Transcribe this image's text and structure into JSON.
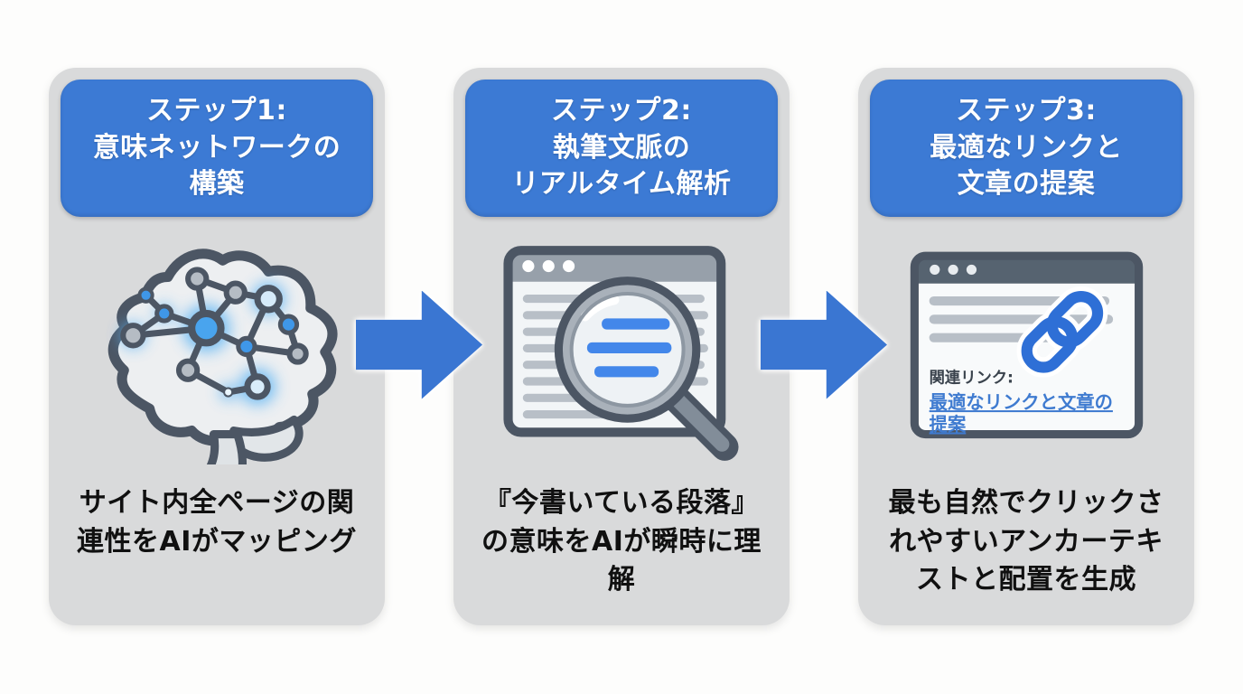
{
  "page": {
    "background": "#fdfdfc"
  },
  "colors": {
    "accent_blue": "#3c7ad4",
    "arrow_blue": "#3a76d2",
    "card_gray": "#d9dadb",
    "header_text": "#ffffff",
    "body_text": "#101010",
    "slate_outline": "#4c5664",
    "link_blue": "#2e6fd6",
    "node_blue": "#49a4ee"
  },
  "steps": [
    {
      "header": "ステップ1:\n意味ネットワークの\n構築",
      "icon": "brain-network-icon",
      "description": "サイト内全ページの関連性をAIがマッピング"
    },
    {
      "header": "ステップ2:\n執筆文脈の\nリアルタイム解析",
      "icon": "browser-magnifier-icon",
      "description": "『今書いている段落』の意味をAIが瞬時に理解"
    },
    {
      "header": "ステップ3:\n最適なリンクと\n文章の提案",
      "icon": "browser-link-icon",
      "description": "最も自然でクリックされやすいアンカーテキストと配置を生成",
      "browser": {
        "label": "関連リンク:",
        "link_lines": [
          "最適なリンクと文章の",
          "提案"
        ]
      }
    }
  ],
  "arrows": [
    {
      "name": "arrow-1",
      "direction": "right"
    },
    {
      "name": "arrow-2",
      "direction": "right"
    }
  ]
}
